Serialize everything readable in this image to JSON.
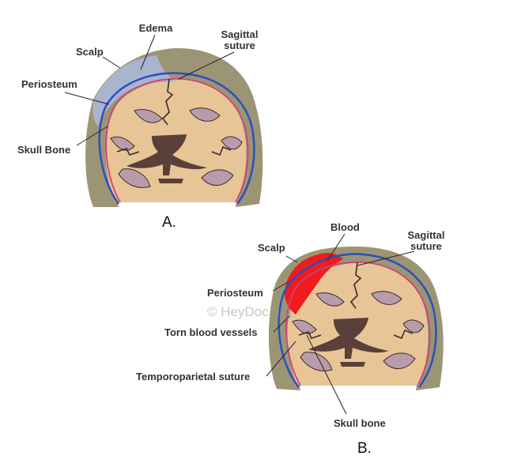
{
  "panel_a": {
    "tag": "A.",
    "labels": {
      "edema": "Edema",
      "scalp": "Scalp",
      "sagittal_suture": [
        "Sagittal",
        "suture"
      ],
      "periosteum": "Periosteum",
      "skull_bone": "Skull Bone"
    }
  },
  "panel_b": {
    "tag": "B.",
    "labels": {
      "blood": "Blood",
      "scalp": "Scalp",
      "sagittal_suture": [
        "Sagittal",
        "suture"
      ],
      "periosteum": "Periosteum",
      "torn_vessels": "Torn blood vessels",
      "temporoparietal_suture": "Temporoparietal suture",
      "skull_bone": "Skull bone"
    }
  },
  "watermark": "© HeyDoc.org",
  "colors": {
    "scalp": "#9c9575",
    "skull_outline": "#2a4fbf",
    "periosteum": "#d0407a",
    "brain": "#e8c597",
    "brain_shadow": "#b89cab",
    "ventricle": "#5a4038",
    "edema": "#a9b4cf",
    "blood": "#ee1c1c"
  }
}
